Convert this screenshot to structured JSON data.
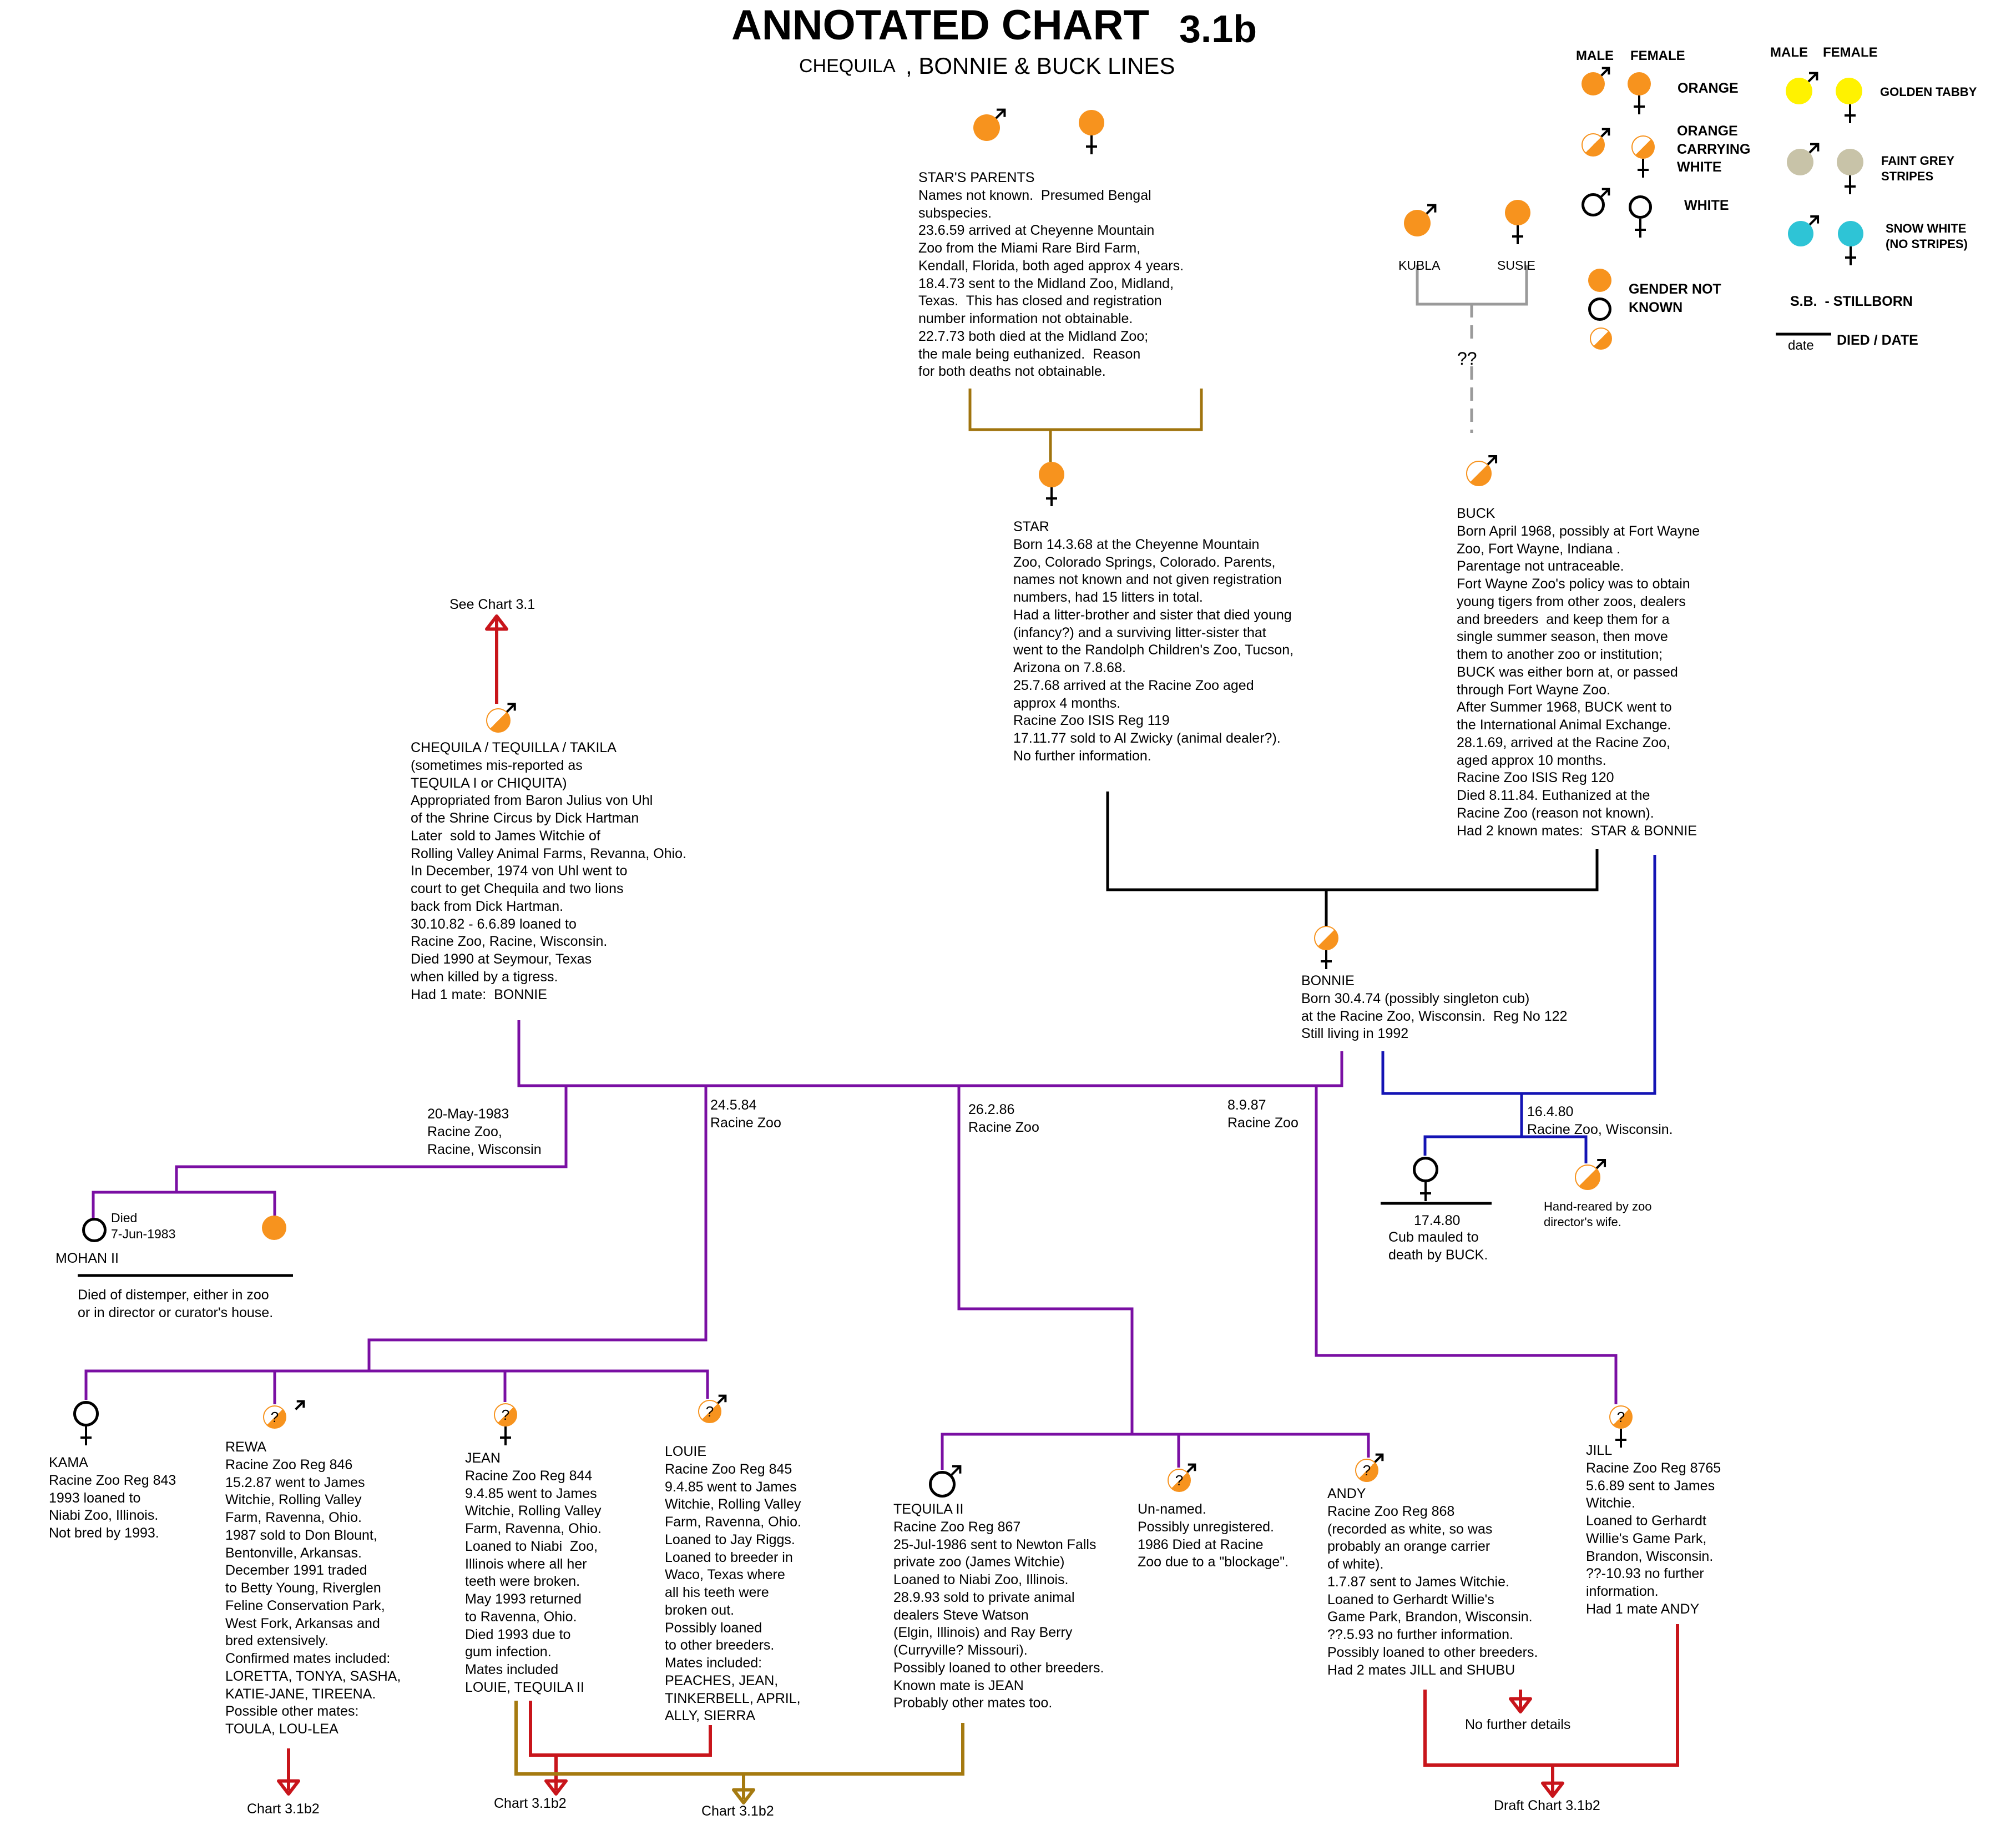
{
  "title": "ANNOTATED CHART",
  "chart_id": "3.1b",
  "subtitle_a": "CHEQUILA",
  "subtitle_b": ", BONNIE & BUCK LINES",
  "legend": {
    "col1_male": "MALE",
    "col1_female": "FEMALE",
    "col2_male": "MALE",
    "col2_female": "FEMALE",
    "orange": "ORANGE",
    "orange_carrying_white": "ORANGE\nCARRYING\nWHITE",
    "white": "WHITE",
    "gender_not_known": "GENDER NOT\nKNOWN",
    "golden_tabby": "GOLDEN TABBY",
    "faint_grey": "FAINT GREY\nSTRIPES",
    "snow_white": "SNOW WHITE\n(NO STRIPES)",
    "stillborn": "S.B.  - STILLBORN",
    "date_word": "date",
    "died_date": "DIED / DATE",
    "colors": {
      "orange": "#F7931E",
      "golden": "#FFF200",
      "grey": "#C8C3A8",
      "snow": "#2EC4D6"
    }
  },
  "people": {
    "stars_parents": "STAR'S PARENTS\nNames not known.  Presumed Bengal\nsubspecies.\n23.6.59 arrived at Cheyenne Mountain\nZoo from the Miami Rare Bird Farm,\nKendall, Florida, both aged approx 4 years.\n18.4.73 sent to the Midland Zoo, Midland,\nTexas.  This has closed and registration\nnumber information not obtainable.\n22.7.73 both died at the Midland Zoo;\nthe male being euthanized.  Reason\nfor both deaths not obtainable.",
    "kubla": "KUBLA",
    "susie": "SUSIE",
    "unknown_link": "??",
    "star": "STAR\nBorn 14.3.68 at the Cheyenne Mountain\nZoo, Colorado Springs, Colorado. Parents,\nnames not known and not given registration\nnumbers, had 15 litters in total.\nHad a litter-brother and sister that died young\n(infancy?) and a surviving litter-sister that\nwent to the Randolph Children's Zoo, Tucson,\nArizona on 7.8.68.\n25.7.68 arrived at the Racine Zoo aged\napprox 4 months.\nRacine Zoo ISIS Reg 119\n17.11.77 sold to Al Zwicky (animal dealer?).\nNo further information.",
    "buck": "BUCK\nBorn April 1968, possibly at Fort Wayne\nZoo, Fort Wayne, Indiana .\nParentage not untraceable.\nFort Wayne Zoo's policy was to obtain\nyoung tigers from other zoos, dealers\nand breeders  and keep them for a\nsingle summer season, then move\nthem to another zoo or institution;\nBUCK was either born at, or passed\nthrough Fort Wayne Zoo.\nAfter Summer 1968, BUCK went to\nthe International Animal Exchange.\n28.1.69, arrived at the Racine Zoo,\naged approx 10 months.\nRacine Zoo ISIS Reg 120\nDied 8.11.84. Euthanized at the\nRacine Zoo (reason not known).\nHad 2 known mates:  STAR & BONNIE",
    "see_chart": "See Chart 3.1",
    "chequila": "CHEQUILA / TEQUILLA / TAKILA\n(sometimes mis-reported as\nTEQUILA I or CHIQUITA)\nAppropriated from Baron Julius von Uhl\nof the Shrine Circus by Dick Hartman\nLater  sold to James Witchie of\nRolling Valley Animal Farms, Revanna, Ohio.\nIn December, 1974 von Uhl went to\ncourt to get Chequila and two lions\nback from Dick Hartman.\n30.10.82 - 6.6.89 loaned to\nRacine Zoo, Racine, Wisconsin.\nDied 1990 at Seymour, Texas\nwhen killed by a tigress.\nHad 1 mate:  BONNIE",
    "bonnie": "BONNIE\nBorn 30.4.74 (possibly singleton cub)\nat the Racine Zoo, Wisconsin.  Reg No 122\nStill living in 1992",
    "litter_1983": "20-May-1983\nRacine Zoo,\nRacine, Wisconsin",
    "litter_1984": "24.5.84\nRacine Zoo",
    "litter_1986": "26.2.86\nRacine Zoo",
    "litter_1987": "8.9.87\nRacine Zoo",
    "litter_1980": "16.4.80\nRacine Zoo, Wisconsin.",
    "mohan_died": "Died\n7-Jun-1983",
    "mohan": "MOHAN II",
    "mohan_note": "Died of distemper, either in zoo\nor in director or curator's house.",
    "cub_date": "17.4.80",
    "cub_note": "Cub mauled to\ndeath by BUCK.",
    "handreared": "Hand-reared by zoo\ndirector's wife.",
    "kama": "KAMA\nRacine Zoo Reg 843\n1993 loaned to\nNiabi Zoo, Illinois.\nNot bred by 1993.",
    "rewa": "REWA\nRacine Zoo Reg 846\n15.2.87 went to James\nWitchie, Rolling Valley\nFarm, Ravenna, Ohio.\n1987 sold to Don Blount,\nBentonville, Arkansas.\nDecember 1991 traded\nto Betty Young, Riverglen\nFeline Conservation Park,\nWest Fork, Arkansas and\nbred extensively.\nConfirmed mates included:\nLORETTA, TONYA, SASHA,\nKATIE-JANE, TIREENA.\nPossible other mates:\nTOULA, LOU-LEA",
    "jean": "JEAN\nRacine Zoo Reg 844\n9.4.85 went to James\nWitchie, Rolling Valley\nFarm, Ravenna, Ohio.\nLoaned to Niabi  Zoo,\nIllinois where all her\nteeth were broken.\nMay 1993 returned\nto Ravenna, Ohio.\nDied 1993 due to\ngum infection.\nMates included\nLOUIE, TEQUILA II",
    "louie": "LOUIE\nRacine Zoo Reg 845\n9.4.85 went to James\nWitchie, Rolling Valley\nFarm, Ravenna, Ohio.\nLoaned to Jay Riggs.\nLoaned to breeder in\nWaco, Texas where\nall his teeth were\nbroken out.\nPossibly loaned\nto other breeders.\nMates included:\nPEACHES, JEAN,\nTINKERBELL, APRIL,\nALLY, SIERRA",
    "tequila2": "TEQUILA II\nRacine Zoo Reg 867\n25-Jul-1986 sent to Newton Falls\nprivate zoo (James Witchie)\nLoaned to Niabi Zoo, Illinois.\n28.9.93 sold to private animal\ndealers Steve Watson\n(Elgin, Illinois) and Ray Berry\n(Curryville? Missouri).\nPossibly loaned to other breeders.\nKnown mate is JEAN\nProbably other mates too.",
    "unnamed": "Un-named.\nPossibly unregistered.\n1986 Died at Racine\nZoo due to a \"blockage\".",
    "andy": "ANDY\nRacine Zoo Reg 868\n(recorded as white, so was\nprobably an orange carrier\nof white).\n1.7.87 sent to James Witchie.\nLoaned to Gerhardt Willie's\nGame Park, Brandon, Wisconsin.\n??.5.93 no further information.\nPossibly loaned to other breeders.\nHad 2 mates JILL and SHUBU",
    "jill": "JILL\nRacine Zoo Reg 8765\n5.6.89 sent to James\nWitchie.\nLoaned to Gerhardt\nWillie's Game Park,\nBrandon, Wisconsin.\n??-10.93 no further\ninformation.\nHad 1 mate ANDY",
    "no_further": "No further details",
    "ref_rewa": "Chart 3.1b2",
    "ref_jean": "Chart 3.1b2",
    "ref_louie": "Chart 3.1b2",
    "ref_andy_jill": "Draft Chart 3.1b2"
  },
  "line_colors": {
    "brown": "#A0740E",
    "black": "#000000",
    "grey": "#9A9A9A",
    "purple": "#7A0FA3",
    "blue": "#1414B4",
    "red": "#C8151B",
    "olive": "#A57A10"
  }
}
